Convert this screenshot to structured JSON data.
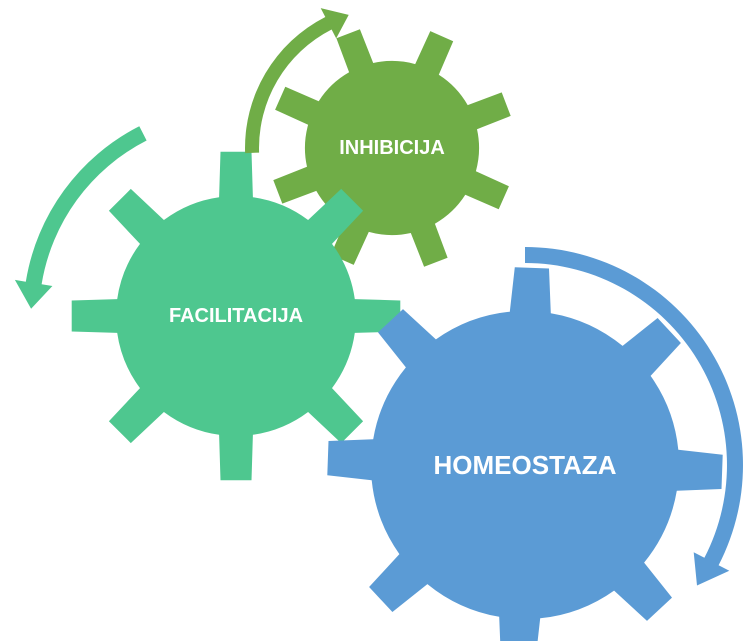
{
  "gears": [
    {
      "id": "inhibicija",
      "label": "INHIBICIJA",
      "color": "#70AD47"
    },
    {
      "id": "facilitacija",
      "label": "FACILITACIJA",
      "color": "#4EC78F"
    },
    {
      "id": "homeostaza",
      "label": "HOMEOSTAZA",
      "color": "#5B9BD5"
    }
  ],
  "arrows": [
    {
      "id": "inhibicija",
      "color": "#70AD47",
      "direction": "clockwise"
    },
    {
      "id": "facilitacija",
      "color": "#4EC78F",
      "direction": "counter-clockwise"
    },
    {
      "id": "homeostaza",
      "color": "#5B9BD5",
      "direction": "clockwise"
    }
  ]
}
